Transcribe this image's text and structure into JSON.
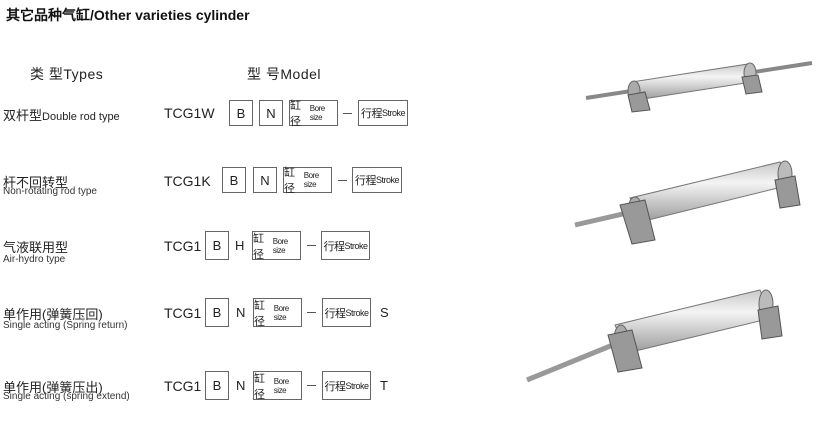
{
  "title": "其它品种气缸/Other varieties cylinder",
  "headers": {
    "types": "类 型Types",
    "model": "型 号Model"
  },
  "box_labels": {
    "bore_cn": "缸径",
    "bore_en": "Bore size",
    "stroke_cn": "行程",
    "stroke_en": "Stroke"
  },
  "rows": [
    {
      "type_cn": "双杆型",
      "type_en": "Double rod type",
      "model": "TCG1W",
      "b": "B",
      "mid": "N",
      "suffix": ""
    },
    {
      "type_cn": "杆不回转型",
      "type_en": "Non-rotating rod type",
      "model": "TCG1K",
      "b": "B",
      "mid": "N",
      "suffix": ""
    },
    {
      "type_cn": "气液联用型",
      "type_en": "Air-hydro type",
      "model": "TCG1",
      "b": "B",
      "mid": "H",
      "suffix": ""
    },
    {
      "type_cn": "单作用(弹簧压回)",
      "type_en": "Single acting (Spring return)",
      "model": "TCG1",
      "b": "B",
      "mid": "N",
      "suffix": "S"
    },
    {
      "type_cn": "单作用(弹簧压出)",
      "type_en": "Single acting (spring extend)",
      "model": "TCG1",
      "b": "B",
      "mid": "N",
      "suffix": "T"
    }
  ]
}
